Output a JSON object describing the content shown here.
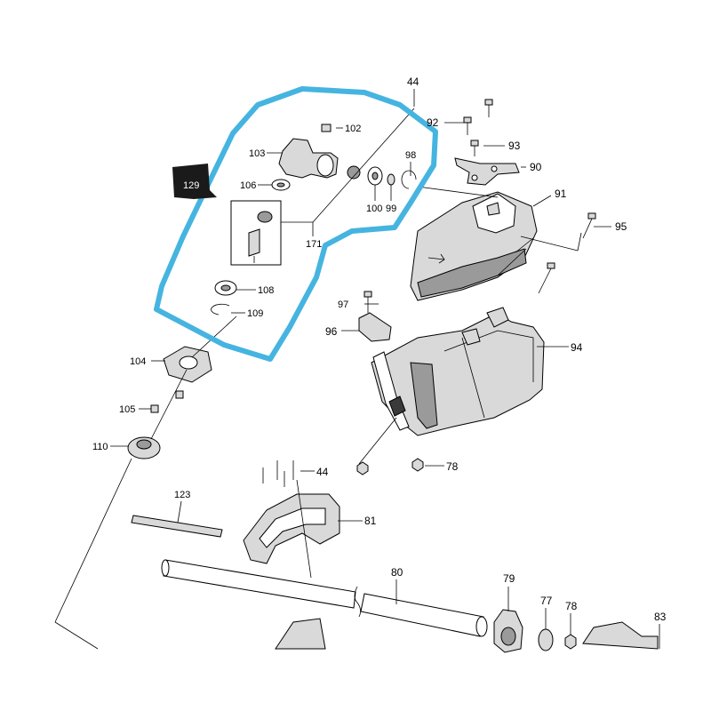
{
  "diagram": {
    "highlight_color": "#45b4e0",
    "callout_tab_color": "#1a1a1a",
    "labels": {
      "p44_top": "44",
      "p92": "92",
      "p93": "93",
      "p90": "90",
      "p91": "91",
      "p95": "95",
      "p102": "102",
      "p103": "103",
      "p129": "129",
      "p106": "106",
      "p98": "98",
      "p100": "100",
      "p99": "99",
      "p171": "171",
      "p108": "108",
      "p109": "109",
      "p97": "97",
      "p96": "96",
      "p94": "94",
      "p104": "104",
      "p105": "105",
      "p110": "110",
      "p78_mid": "78",
      "p44_mid": "44",
      "p123": "123",
      "p81": "81",
      "p80": "80",
      "p79": "79",
      "p77": "77",
      "p78_bot": "78",
      "p83": "83"
    }
  }
}
